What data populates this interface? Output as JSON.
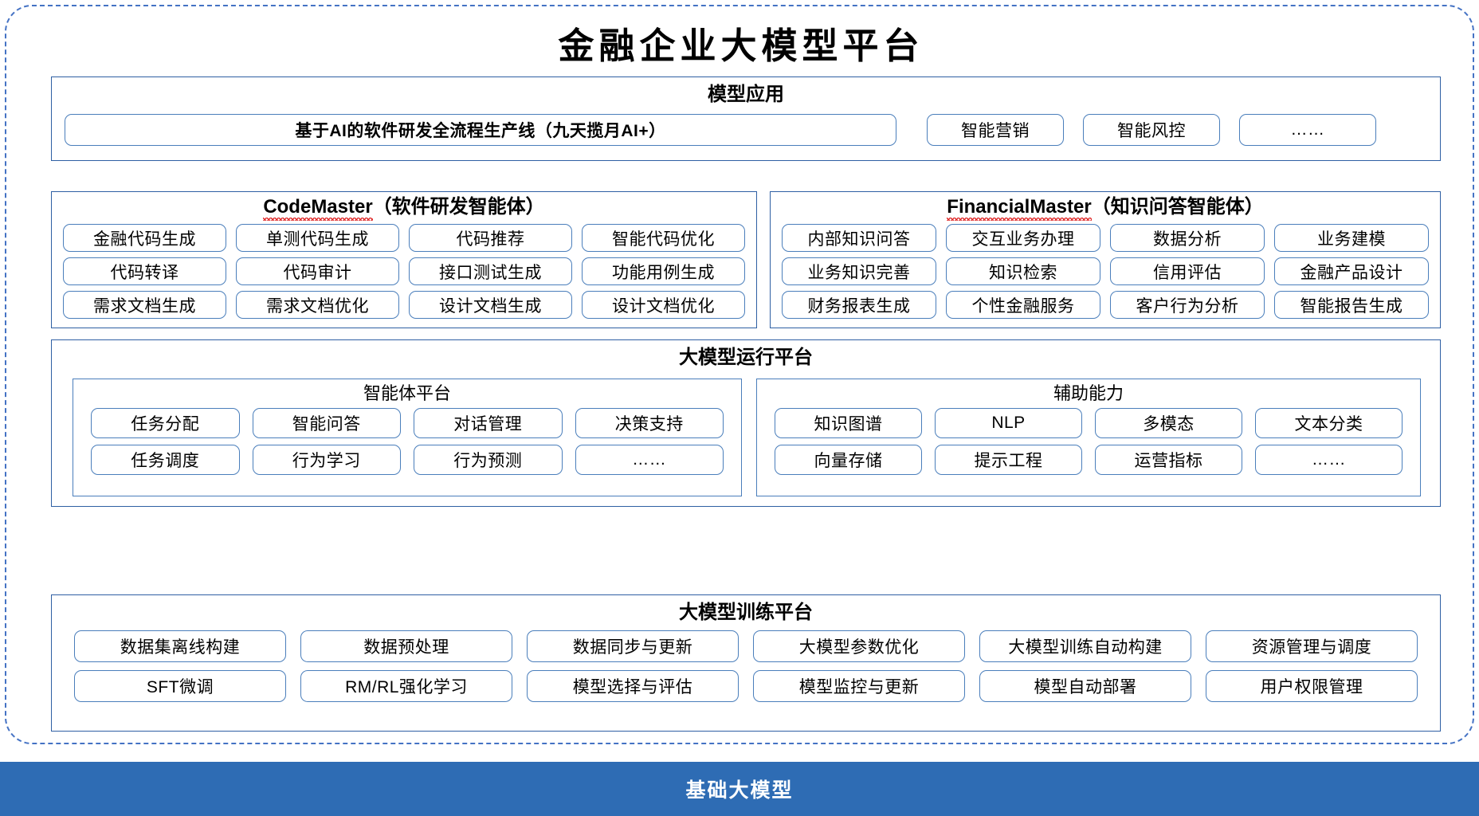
{
  "title": "金融企业大模型平台",
  "theme": {
    "outer_border": "#4472c4",
    "panel_border": "#2e5fa3",
    "chip_border": "#4a7ebb",
    "base_bar_bg": "#2e6cb4",
    "base_bar_text": "#ffffff",
    "spell_underline": "#e03030"
  },
  "application_layer": {
    "title": "模型应用",
    "primary_item": "基于AI的软件研发全流程生产线（九天揽月AI+）",
    "items": [
      "智能营销",
      "智能风控",
      "……"
    ]
  },
  "agents": [
    {
      "name": "CodeMaster",
      "name_suffix": "（软件研发智能体）",
      "spellcheck_underline": true,
      "items": [
        "金融代码生成",
        "单测代码生成",
        "代码推荐",
        "智能代码优化",
        "代码转译",
        "代码审计",
        "接口测试生成",
        "功能用例生成",
        "需求文档生成",
        "需求文档优化",
        "设计文档生成",
        "设计文档优化"
      ]
    },
    {
      "name": "FinancialMaster",
      "name_suffix": "（知识问答智能体）",
      "spellcheck_underline": true,
      "items": [
        "内部知识问答",
        "交互业务办理",
        "数据分析",
        "业务建模",
        "业务知识完善",
        "知识检索",
        "信用评估",
        "金融产品设计",
        "财务报表生成",
        "个性金融服务",
        "客户行为分析",
        "智能报告生成"
      ]
    }
  ],
  "runtime_platform": {
    "title": "大模型运行平台",
    "sub_panels": [
      {
        "title": "智能体平台",
        "items": [
          "任务分配",
          "智能问答",
          "对话管理",
          "决策支持",
          "任务调度",
          "行为学习",
          "行为预测",
          "……"
        ]
      },
      {
        "title": "辅助能力",
        "items": [
          "知识图谱",
          "NLP",
          "多模态",
          "文本分类",
          "向量存储",
          "提示工程",
          "运营指标",
          "……"
        ]
      }
    ]
  },
  "training_platform": {
    "title": "大模型训练平台",
    "items": [
      "数据集离线构建",
      "数据预处理",
      "数据同步与更新",
      "大模型参数优化",
      "大模型训练自动构建",
      "资源管理与调度",
      "SFT微调",
      "RM/RL强化学习",
      "模型选择与评估",
      "模型监控与更新",
      "模型自动部署",
      "用户权限管理"
    ]
  },
  "base_model": {
    "label": "基础大模型"
  }
}
